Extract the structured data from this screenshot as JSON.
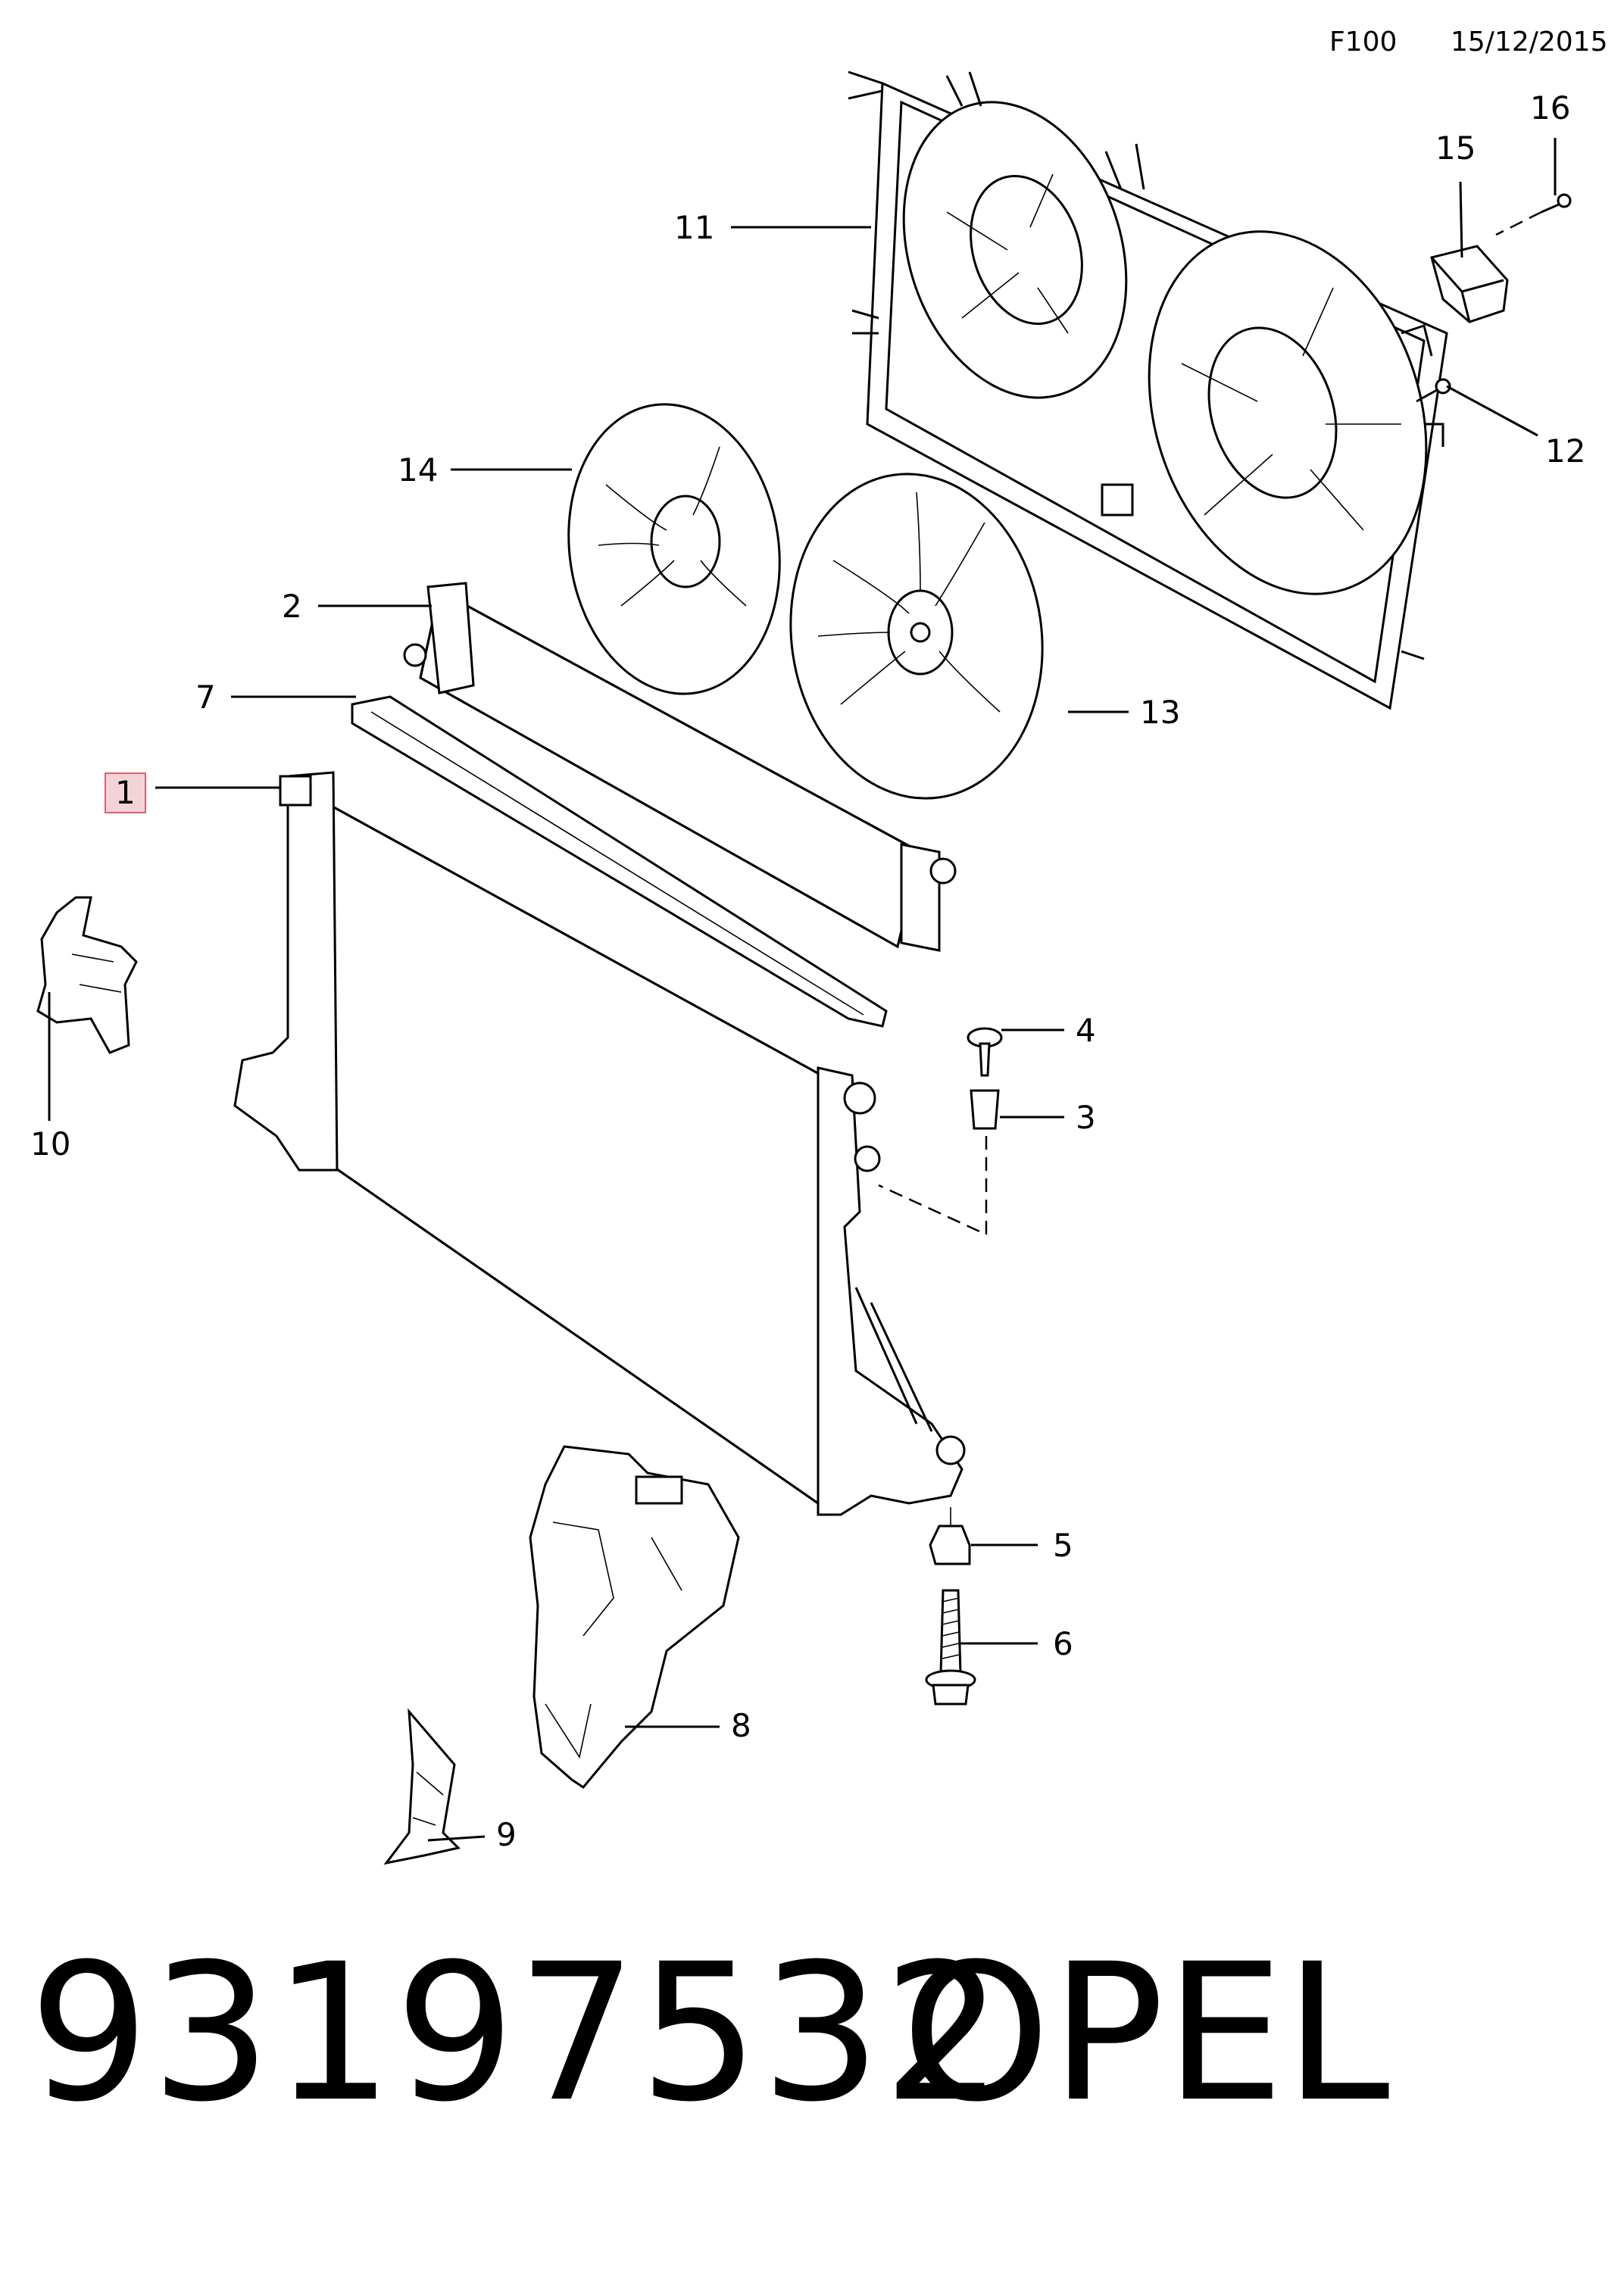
{
  "header": {
    "figure_code": "F100",
    "date": "15/12/2015"
  },
  "callouts": [
    {
      "id": "1",
      "label": "1",
      "highlighted": true
    },
    {
      "id": "2",
      "label": "2"
    },
    {
      "id": "3",
      "label": "3"
    },
    {
      "id": "4",
      "label": "4"
    },
    {
      "id": "5",
      "label": "5"
    },
    {
      "id": "6",
      "label": "6"
    },
    {
      "id": "7",
      "label": "7"
    },
    {
      "id": "8",
      "label": "8"
    },
    {
      "id": "9",
      "label": "9"
    },
    {
      "id": "10",
      "label": "10"
    },
    {
      "id": "11",
      "label": "11"
    },
    {
      "id": "12",
      "label": "12"
    },
    {
      "id": "13",
      "label": "13"
    },
    {
      "id": "14",
      "label": "14"
    },
    {
      "id": "15",
      "label": "15"
    },
    {
      "id": "16",
      "label": "16"
    }
  ],
  "footer": {
    "part_number": "93197532",
    "brand": "OPEL"
  },
  "colors": {
    "highlight_fill": "#f4d3d8",
    "highlight_border": "#d9606f"
  }
}
